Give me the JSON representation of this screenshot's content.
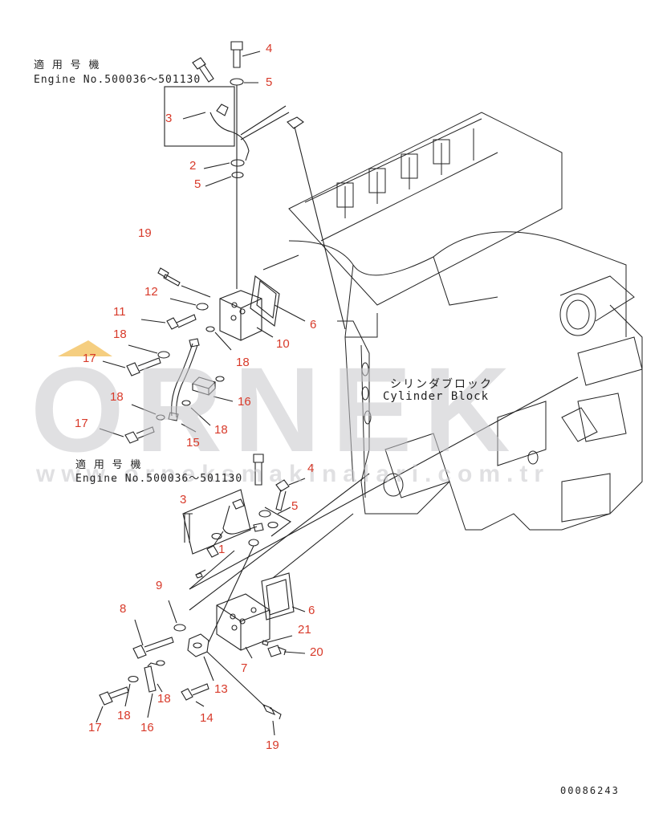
{
  "header": {
    "applicability_jp": "適 用 号 機",
    "engine_range": "Engine No.500036～501130"
  },
  "lower_header": {
    "applicability_jp": "適 用 号 機",
    "engine_range": "Engine No.500036～501130"
  },
  "block_label": {
    "jp": "シリンダブロック",
    "en": "Cylinder Block"
  },
  "watermark": {
    "brand": "ORNEK",
    "url": "www.orneksmakinalari.com.tr",
    "accent_color": "#f3c66a"
  },
  "drawing_number": "00086243",
  "label_color": "#d83a2a",
  "callouts": [
    "4",
    "5",
    "3",
    "2",
    "5",
    "19",
    "12",
    "11",
    "18",
    "6",
    "10",
    "18",
    "17",
    "16",
    "18",
    "17",
    "18",
    "15",
    "4",
    "3",
    "5",
    "1",
    "9",
    "6",
    "8",
    "21",
    "20",
    "7",
    "13",
    "18",
    "17",
    "18",
    "16",
    "14",
    "19"
  ]
}
